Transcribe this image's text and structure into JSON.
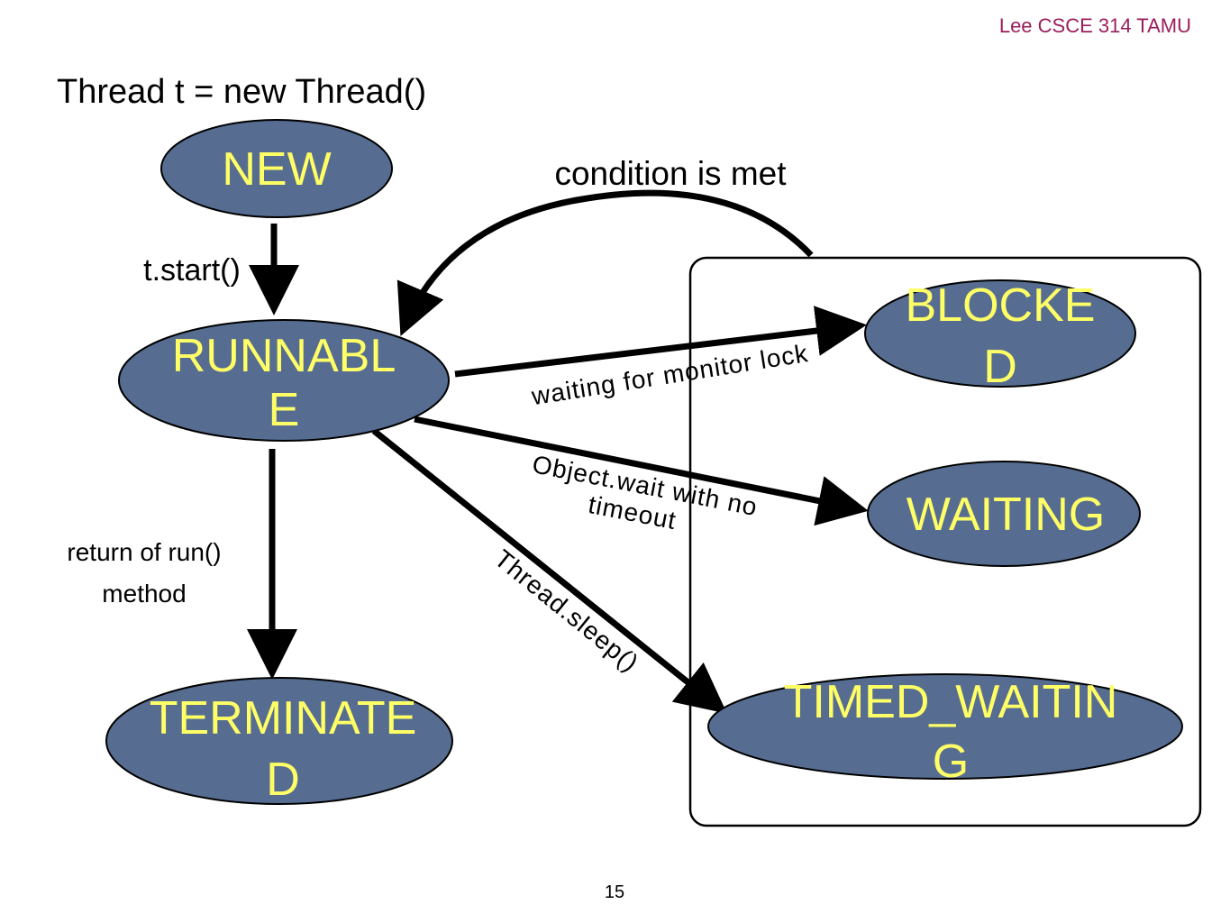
{
  "header": {
    "course": "Lee CSCE 314 TAMU",
    "course_color": "#9b1e5c"
  },
  "code_line": "Thread t = new Thread()",
  "page_number": "15",
  "colors": {
    "node_fill": "#566d91",
    "node_text": "#ffff66",
    "line": "#000000"
  },
  "states": {
    "new": "NEW",
    "runnable": [
      "RUNNABL",
      "E"
    ],
    "blocked": [
      "BLOCKE",
      "D"
    ],
    "waiting": "WAITING",
    "timed_waiting": [
      "TIMED_WAITIN",
      "G"
    ],
    "terminated": [
      "TERMINATE",
      "D"
    ]
  },
  "transitions": {
    "start": "t.start()",
    "condition": "condition is met",
    "monitor": "waiting for monitor lock",
    "object_wait": [
      "Object.wait with no",
      "timeout"
    ],
    "sleep": "Thread.sleep()",
    "run_return": [
      "return of run()",
      "method"
    ]
  }
}
